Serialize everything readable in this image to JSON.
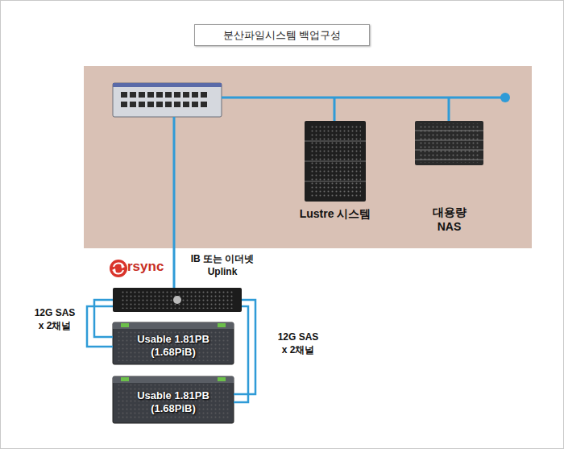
{
  "diagram": {
    "title": "분산파일시스템 백업구성",
    "nodes": [
      {
        "text": [
          "Lustre 시스템"
        ]
      },
      {
        "text": [
          "대용량 NAS"
        ]
      },
      {
        "text": [
          "rsync"
        ]
      },
      {
        "text": [
          "Usable 1.81PB (1.68PiB)"
        ]
      },
      {
        "text": [
          "Usable 1.81PB (1.68PiB)"
        ]
      }
    ],
    "edges": [
      {
        "from": 2,
        "to": 3,
        "label": "12G SAS x 2채널",
        "arrow": "none"
      },
      {
        "from": 2,
        "to": 4,
        "label": "12G SAS x 2채널",
        "arrow": "none"
      }
    ],
    "labels": [
      "IB 또는 이더넷 Uplink"
    ]
  }
}
